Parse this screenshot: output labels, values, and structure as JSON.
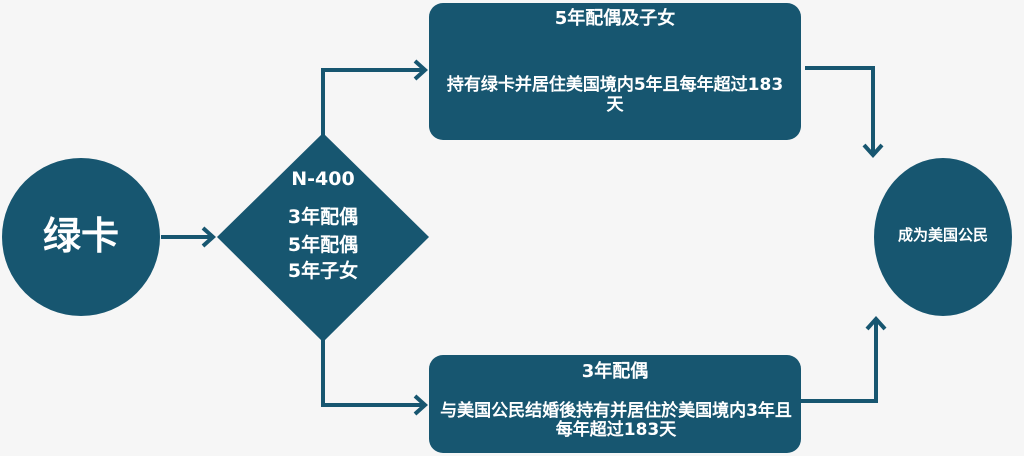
{
  "colors": {
    "node": "#175670",
    "background": "#f6f6f6",
    "text": "#ffffff"
  },
  "nodes": {
    "start": {
      "label": "绿卡"
    },
    "decision": {
      "title": "N-400",
      "options": [
        "3年配偶",
        "5年配偶",
        "5年子女"
      ]
    },
    "path_five_year": {
      "title": "5年配偶及子女",
      "description": "持有绿卡并居住美国境内5年且每年超过183天"
    },
    "path_three_year": {
      "title": "3年配偶",
      "description": "与美国公民结婚後持有并居住於美国境内3年且每年超过183天"
    },
    "end": {
      "label": "成为美国公民"
    }
  }
}
